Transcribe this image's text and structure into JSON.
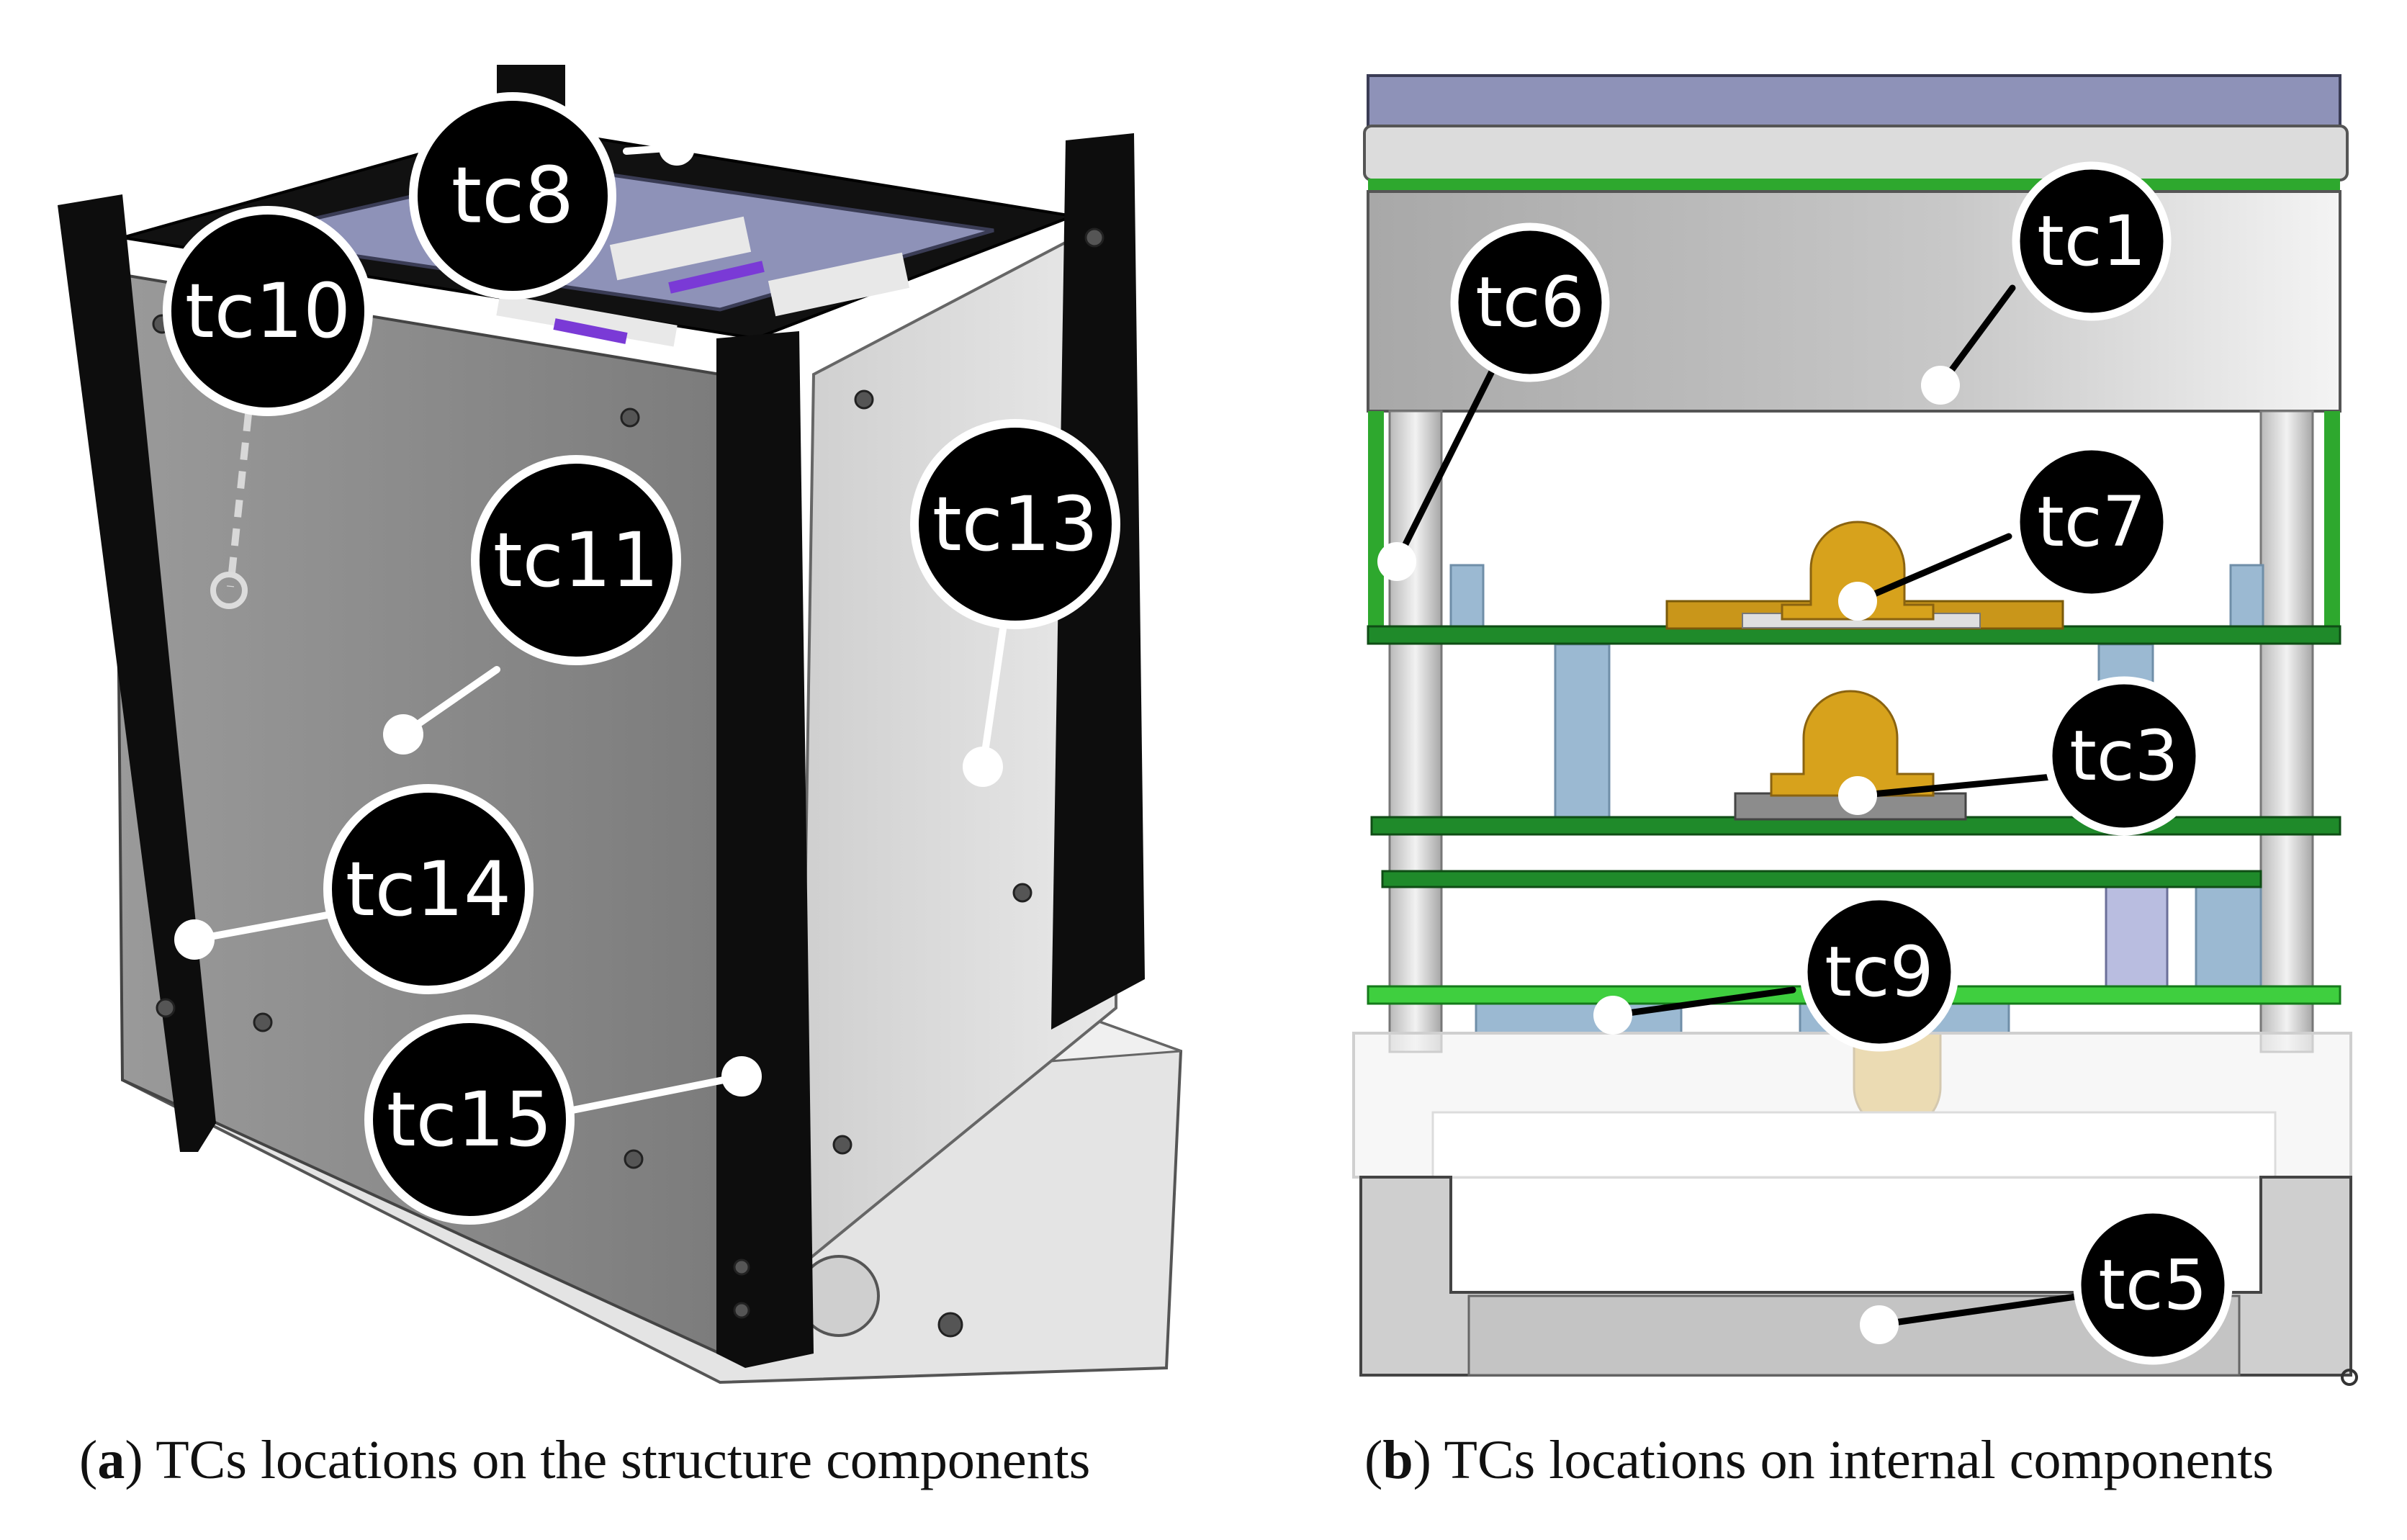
{
  "figure": {
    "panel_a": {
      "caption_letter": "a",
      "caption_text": "TCs locations on the structure components",
      "labels": [
        "tc8",
        "tc10",
        "tc11",
        "tc13",
        "tc14",
        "tc15"
      ]
    },
    "panel_b": {
      "caption_letter": "b",
      "caption_text": "TCs locations on internal components",
      "labels": [
        "tc1",
        "tc6",
        "tc7",
        "tc3",
        "tc9",
        "tc5"
      ]
    }
  },
  "colors": {
    "label_fill": "#000000",
    "label_ring": "#ffffff",
    "rail": "#0d0d0d",
    "panel_gray": "#8a8a8a",
    "pcb_green": "#1f8a2a",
    "pcb_bright": "#3fcf3f",
    "connector_gold": "#d7a21c",
    "standoff_blue": "#9bb9d2",
    "frame_lavender": "#8e92b8"
  }
}
